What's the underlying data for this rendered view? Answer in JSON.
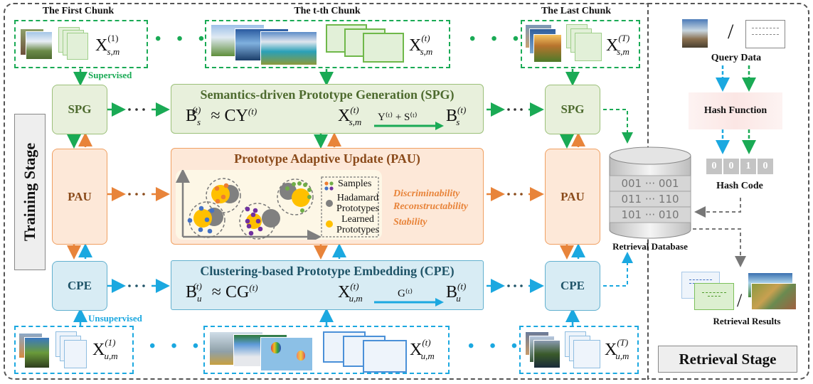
{
  "colors": {
    "supervised": "#1aaa55",
    "unsupervised": "#1ba8e0",
    "pau": "#e8843a",
    "gray": "#777777",
    "prototype_learned": "#ffc000",
    "prototype_hadamard": "#808080",
    "sample_orange": "#ed7d31",
    "sample_green": "#70ad47",
    "sample_blue": "#4472c4",
    "sample_purple": "#7030a0"
  },
  "chunks": {
    "first": {
      "title": "The First Chunk",
      "supervised_label": "X",
      "supervised_sup": "(1)",
      "supervised_sub": "s,m",
      "unsupervised_label": "X",
      "unsupervised_sup": "(1)",
      "unsupervised_sub": "u,m"
    },
    "tth": {
      "title": "The t-th Chunk",
      "supervised_label": "X",
      "supervised_sup": "(t)",
      "supervised_sub": "s,m",
      "unsupervised_label": "X",
      "unsupervised_sup": "(t)",
      "unsupervised_sub": "u,m"
    },
    "last": {
      "title": "The Last Chunk",
      "supervised_label": "X",
      "supervised_sup": "(T)",
      "supervised_sub": "s,m",
      "unsupervised_label": "X",
      "unsupervised_sup": "(T)",
      "unsupervised_sub": "u,m"
    },
    "ellipsis": "• • •"
  },
  "labels": {
    "supervised": "Supervised",
    "unsupervised": "Unsupervised",
    "training_stage": "Training Stage",
    "retrieval_stage": "Retrieval Stage"
  },
  "nodes": {
    "spg": "SPG",
    "pau": "PAU",
    "cpe": "CPE"
  },
  "modules": {
    "spg": {
      "title": "Semantics-driven Prototype Generation (SPG)",
      "formula_left": "Bₛ⁽ᵗ⁾ ≈ CY⁽ᵗ⁾",
      "formula_input": "X",
      "input_sup": "(t)",
      "input_sub": "s,m",
      "arrow_label": "Y⁽ᵗ⁾ + S⁽ᵗ⁾",
      "output": "B",
      "output_sup": "(t)",
      "output_sub": "s"
    },
    "pau": {
      "title": "Prototype Adaptive Update (PAU)",
      "legend": [
        {
          "marker": "samples",
          "label": "Samples"
        },
        {
          "marker": "hadamard",
          "label": "Hadamard Prototypes"
        },
        {
          "marker": "learned",
          "label": "Learned Prototypes"
        }
      ],
      "properties": [
        "Discriminability",
        "Reconstructability",
        "Stability"
      ]
    },
    "cpe": {
      "title": "Clustering-based Prototype Embedding (CPE)",
      "formula_input": "X",
      "input_sup": "(t)",
      "input_sub": "u,m",
      "arrow_label": "G⁽ᵗ⁾",
      "output": "B",
      "output_sup": "(t)",
      "output_sub": "u"
    }
  },
  "retrieval": {
    "query_label": "Query Data",
    "slash": "/",
    "hash_function": "Hash Function",
    "hash_code_bits": [
      "0",
      "0",
      "1",
      "0"
    ],
    "hash_code_label": "Hash Code",
    "database_rows": [
      "001 ··· 001",
      "011 ··· 110",
      "101 ··· 010"
    ],
    "database_label": "Retrieval Database",
    "results_label": "Retrieval Results"
  }
}
